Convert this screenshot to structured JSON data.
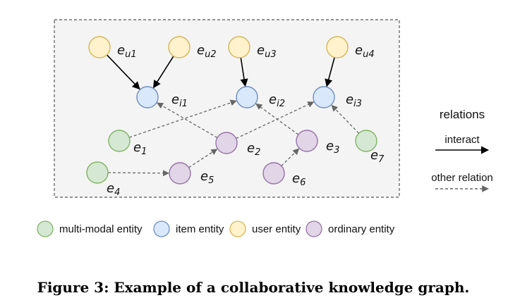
{
  "nodes": [
    {
      "id": "eu1",
      "base": "e",
      "sub": "u1",
      "kind": "user"
    },
    {
      "id": "eu2",
      "base": "e",
      "sub": "u2",
      "kind": "user"
    },
    {
      "id": "eu3",
      "base": "e",
      "sub": "u3",
      "kind": "user"
    },
    {
      "id": "eu4",
      "base": "e",
      "sub": "u4",
      "kind": "user"
    },
    {
      "id": "ei1",
      "base": "e",
      "sub": "i1",
      "kind": "item"
    },
    {
      "id": "ei2",
      "base": "e",
      "sub": "i2",
      "kind": "item"
    },
    {
      "id": "ei3",
      "base": "e",
      "sub": "i3",
      "kind": "item"
    },
    {
      "id": "e1",
      "base": "e",
      "sub": "1",
      "kind": "multimodal"
    },
    {
      "id": "e4",
      "base": "e",
      "sub": "4",
      "kind": "multimodal"
    },
    {
      "id": "e7",
      "base": "e",
      "sub": "7",
      "kind": "multimodal"
    },
    {
      "id": "e2",
      "base": "e",
      "sub": "2",
      "kind": "ordinary"
    },
    {
      "id": "e3",
      "base": "e",
      "sub": "3",
      "kind": "ordinary"
    },
    {
      "id": "e5",
      "base": "e",
      "sub": "5",
      "kind": "ordinary"
    },
    {
      "id": "e6",
      "base": "e",
      "sub": "6",
      "kind": "ordinary"
    }
  ],
  "edges": [
    {
      "from": "eu1",
      "to": "ei1",
      "type": "interact"
    },
    {
      "from": "eu2",
      "to": "ei1",
      "type": "interact"
    },
    {
      "from": "eu3",
      "to": "ei2",
      "type": "interact"
    },
    {
      "from": "eu4",
      "to": "ei3",
      "type": "interact"
    },
    {
      "from": "e1",
      "to": "ei2",
      "type": "other"
    },
    {
      "from": "e2",
      "to": "ei1",
      "type": "other"
    },
    {
      "from": "e2",
      "to": "ei3",
      "type": "other"
    },
    {
      "from": "e3",
      "to": "ei2",
      "type": "other"
    },
    {
      "from": "e7",
      "to": "ei3",
      "type": "other"
    },
    {
      "from": "e4",
      "to": "e5",
      "type": "other"
    },
    {
      "from": "e5",
      "to": "e2",
      "type": "other"
    },
    {
      "from": "e6",
      "to": "e3",
      "type": "other"
    }
  ],
  "colors": {
    "user": {
      "fill": "#fff2cc",
      "stroke": "#d6b656"
    },
    "item": {
      "fill": "#dae8fc",
      "stroke": "#6c8ebf"
    },
    "multimodal": {
      "fill": "#d5e8d4",
      "stroke": "#82b366"
    },
    "ordinary": {
      "fill": "#e1d5e7",
      "stroke": "#9673a6"
    },
    "frame": "#555555",
    "frame_fill": "#f4f4f4",
    "dashed_edge": "#666666",
    "solid_edge": "#000000"
  },
  "relations": {
    "title": "relations",
    "interact": "interact",
    "other": "other relation"
  },
  "legend": [
    {
      "kind": "multimodal",
      "label": "multi-modal entity"
    },
    {
      "kind": "item",
      "label": "item entity"
    },
    {
      "kind": "user",
      "label": "user entity"
    },
    {
      "kind": "ordinary",
      "label": "ordinary entity"
    }
  ],
  "caption": "Figure 3: Example of a collaborative knowledge graph."
}
